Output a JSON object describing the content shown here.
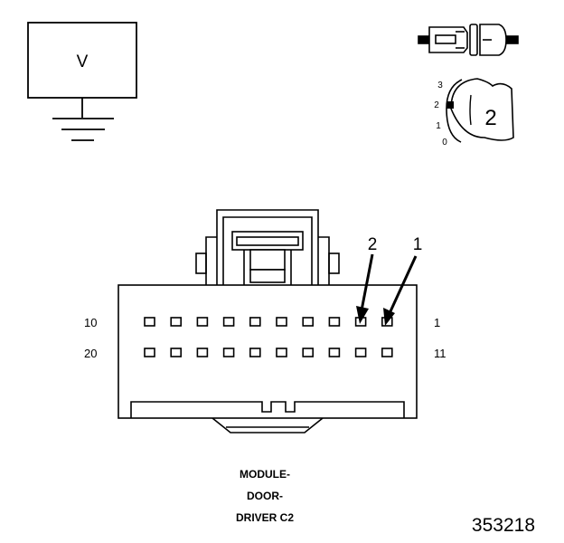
{
  "meter": {
    "symbol": "V"
  },
  "test_lead": {
    "position_marks": [
      "3",
      "2",
      "1",
      "0"
    ],
    "size_label": "2"
  },
  "connector": {
    "callouts": [
      "2",
      "1"
    ],
    "row1_left": "10",
    "row1_right": "1",
    "row2_left": "20",
    "row2_right": "11",
    "pins_per_row": 10,
    "caption_lines": [
      "MODULE-",
      "DOOR-",
      "DRIVER C2"
    ]
  },
  "figure_id": "353218"
}
